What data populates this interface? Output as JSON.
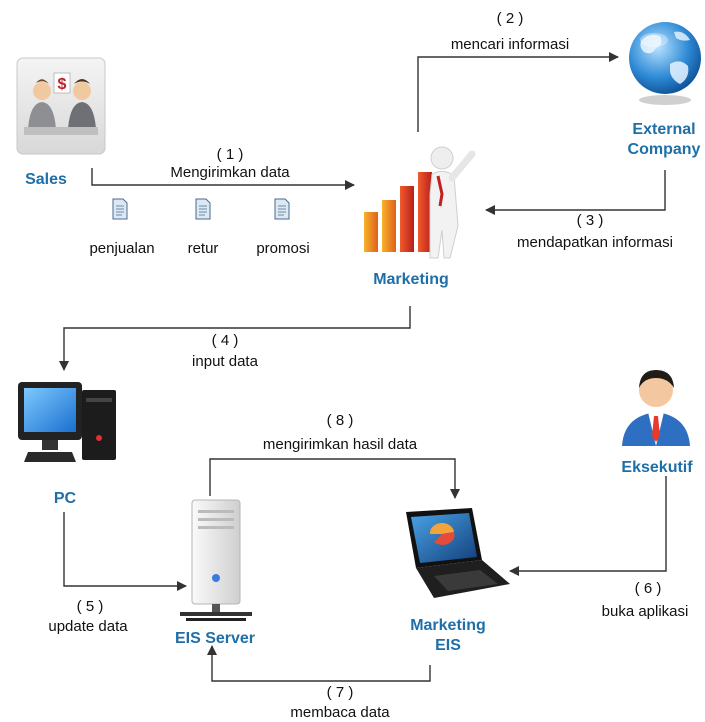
{
  "nodes": {
    "sales": "Sales",
    "external_line1": "External",
    "external_line2": "Company",
    "marketing": "Marketing",
    "pc": "PC",
    "eis_server": "EIS Server",
    "marketing_eis_line1": "Marketing",
    "marketing_eis_line2": "EIS",
    "eksekutif": "Eksekutif"
  },
  "steps": [
    {
      "num": "( 1 )",
      "label": "Mengirimkan data"
    },
    {
      "num": "( 2 )",
      "label": "mencari informasi"
    },
    {
      "num": "( 3 )",
      "label": "mendapatkan informasi"
    },
    {
      "num": "( 4 )",
      "label": "input data"
    },
    {
      "num": "( 5 )",
      "label": "update data"
    },
    {
      "num": "( 6 )",
      "label": "buka aplikasi"
    },
    {
      "num": "( 7 )",
      "label": "membaca data"
    },
    {
      "num": "( 8 )",
      "label": "mengirimkan hasil data"
    }
  ],
  "documents": [
    "penjualan",
    "retur",
    "promosi"
  ],
  "colors": {
    "node_label": "#1e6fa8",
    "connector": "#333333"
  },
  "icons": [
    "sales-meeting-icon",
    "globe-icon",
    "marketing-chart-icon",
    "desktop-pc-icon",
    "server-icon",
    "laptop-icon",
    "executive-icon",
    "document-icon"
  ]
}
